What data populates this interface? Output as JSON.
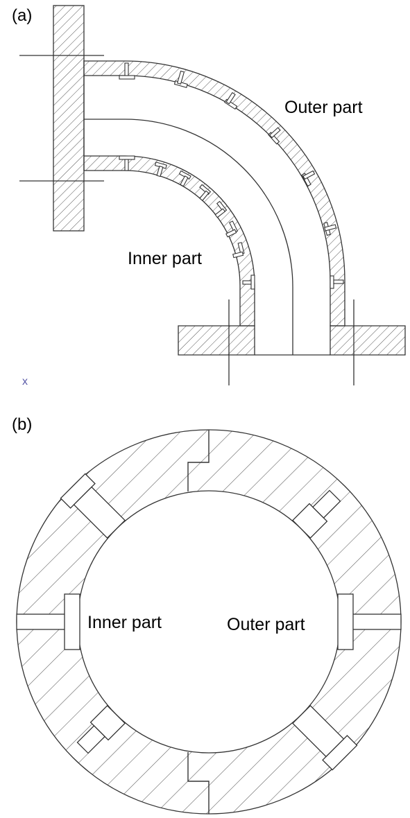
{
  "panel_a": {
    "label": "(a)",
    "outer_part_label": "Outer part",
    "inner_part_label": "Inner part",
    "marker": "x"
  },
  "panel_b": {
    "label": "(b)",
    "inner_part_label": "Inner part",
    "outer_part_label": "Outer part"
  },
  "colors": {
    "line": "#333333",
    "hatch": "#555555",
    "background": "#ffffff",
    "marker": "#5a5aa8"
  }
}
